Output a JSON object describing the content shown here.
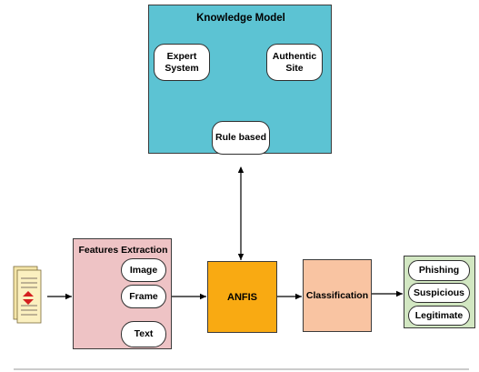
{
  "knowledge_model": {
    "title": "Knowledge Model",
    "expert_system": [
      "Expert",
      "System"
    ],
    "authentic_site": [
      "Authentic",
      "Site"
    ],
    "rule_based": "Rule based"
  },
  "features_extraction": {
    "title": "Features Extraction",
    "items": [
      "Image",
      "Frame",
      "Text"
    ]
  },
  "anfis": "ANFIS",
  "classification": "Classification",
  "results": [
    "Phishing",
    "Suspicious",
    "Legitimate"
  ],
  "colors": {
    "knowledge_model_fill": "#5cc3d3",
    "features_fill": "#eec3c5",
    "anfis_fill": "#f9aa12",
    "classification_fill": "#f9c4a2",
    "results_fill": "#d2e7c2"
  },
  "input_icon": "document-stack-icon"
}
